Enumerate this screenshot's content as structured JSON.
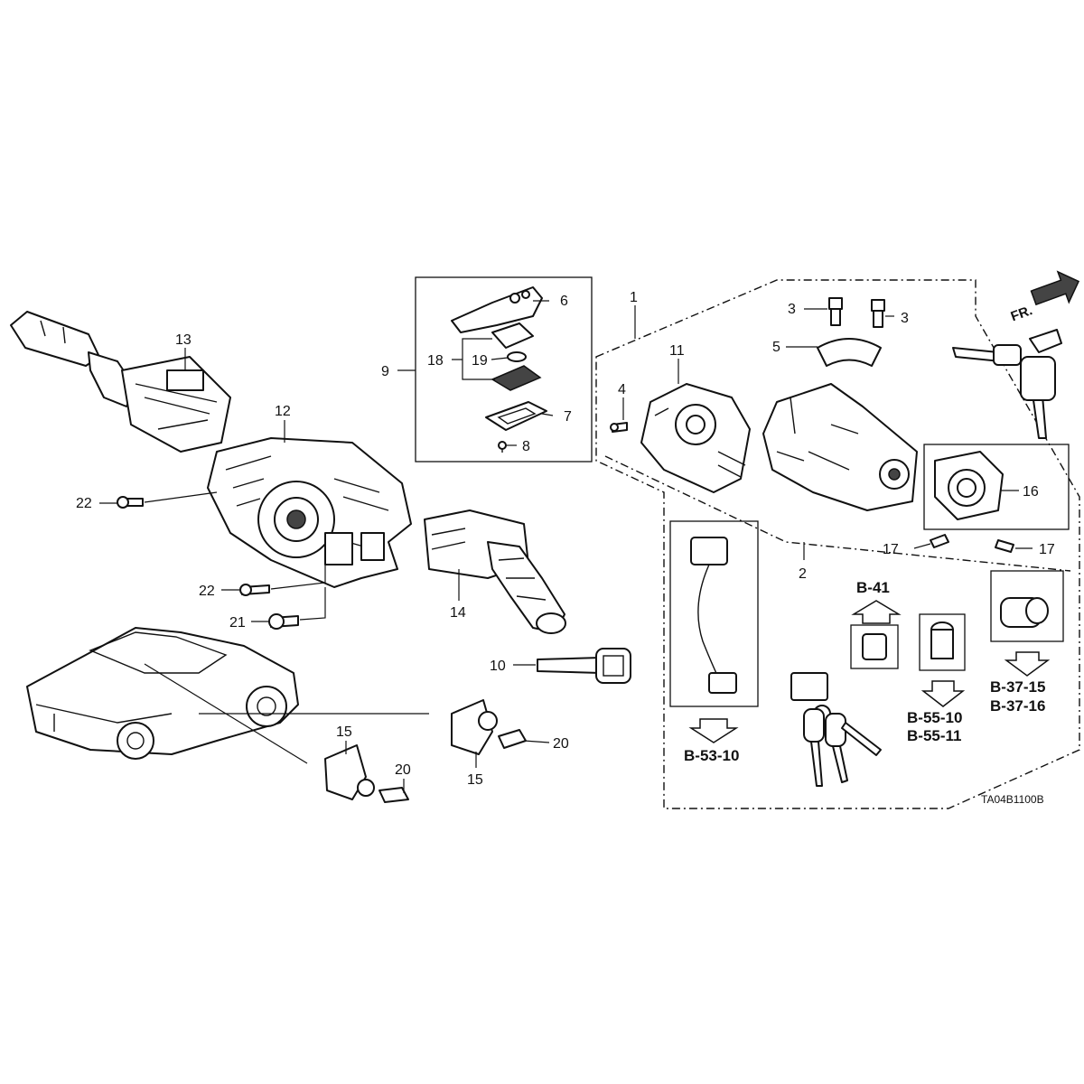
{
  "diagram": {
    "callouts": {
      "c1": "1",
      "c2": "2",
      "c3a": "3",
      "c3b": "3",
      "c4": "4",
      "c5": "5",
      "c6": "6",
      "c7": "7",
      "c8": "8",
      "c9": "9",
      "c10": "10",
      "c11": "11",
      "c12": "12",
      "c13": "13",
      "c14": "14",
      "c15a": "15",
      "c15b": "15",
      "c16": "16",
      "c17a": "17",
      "c17b": "17",
      "c18": "18",
      "c19": "19",
      "c20a": "20",
      "c20b": "20",
      "c21": "21",
      "c22a": "22",
      "c22b": "22"
    },
    "references": {
      "b41": "B-41",
      "b5310": "B-53-10",
      "b5510": "B-55-10",
      "b5511": "B-55-11",
      "b3715": "B-37-15",
      "b3716": "B-37-16"
    },
    "front_indicator": "FR.",
    "drawing_code": "TA04B1100B"
  }
}
